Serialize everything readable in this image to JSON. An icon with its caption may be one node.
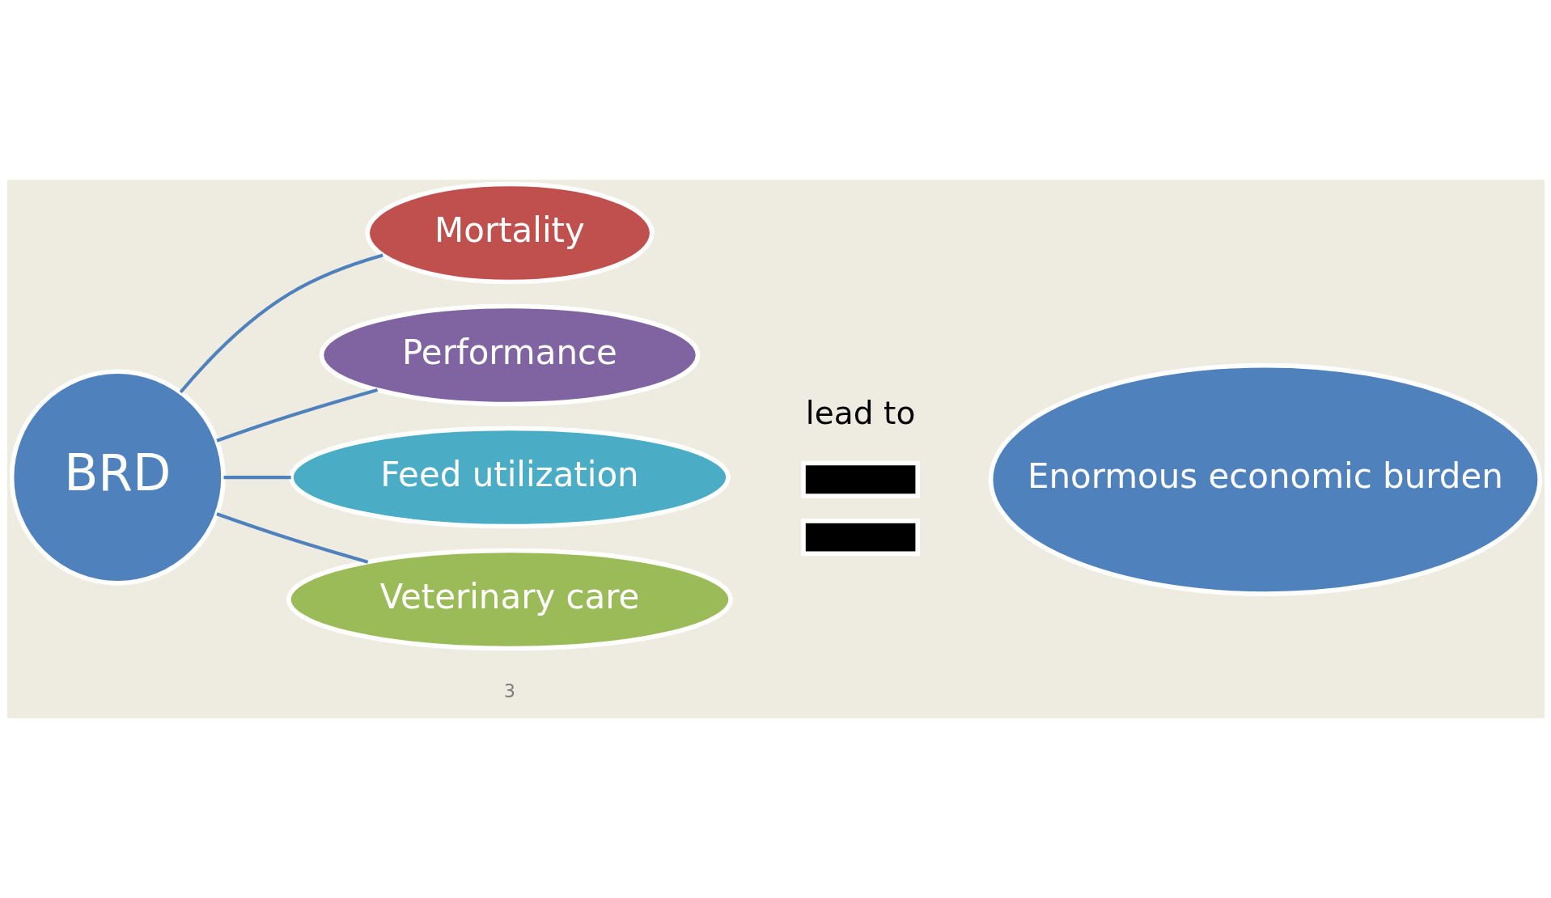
{
  "diagram": {
    "nodes": [
      {
        "text": [
          "BRD"
        ]
      },
      {
        "text": [
          "Mortality"
        ]
      },
      {
        "text": [
          "Performance"
        ]
      },
      {
        "text": [
          "Feed utilization"
        ]
      },
      {
        "text": [
          "Veterinary care"
        ]
      },
      {
        "text": [
          "Enormous economic burden"
        ]
      },
      {
        "text": [],
        "shape": "bar"
      },
      {
        "text": [],
        "shape": "bar"
      }
    ],
    "edges": [
      {
        "from": 0,
        "to": 1,
        "arrow": "none"
      },
      {
        "from": 0,
        "to": 2,
        "arrow": "none"
      },
      {
        "from": 0,
        "to": 3,
        "arrow": "none"
      },
      {
        "from": 0,
        "to": 4,
        "arrow": "none"
      }
    ],
    "labels": [
      "lead to",
      "3"
    ]
  }
}
